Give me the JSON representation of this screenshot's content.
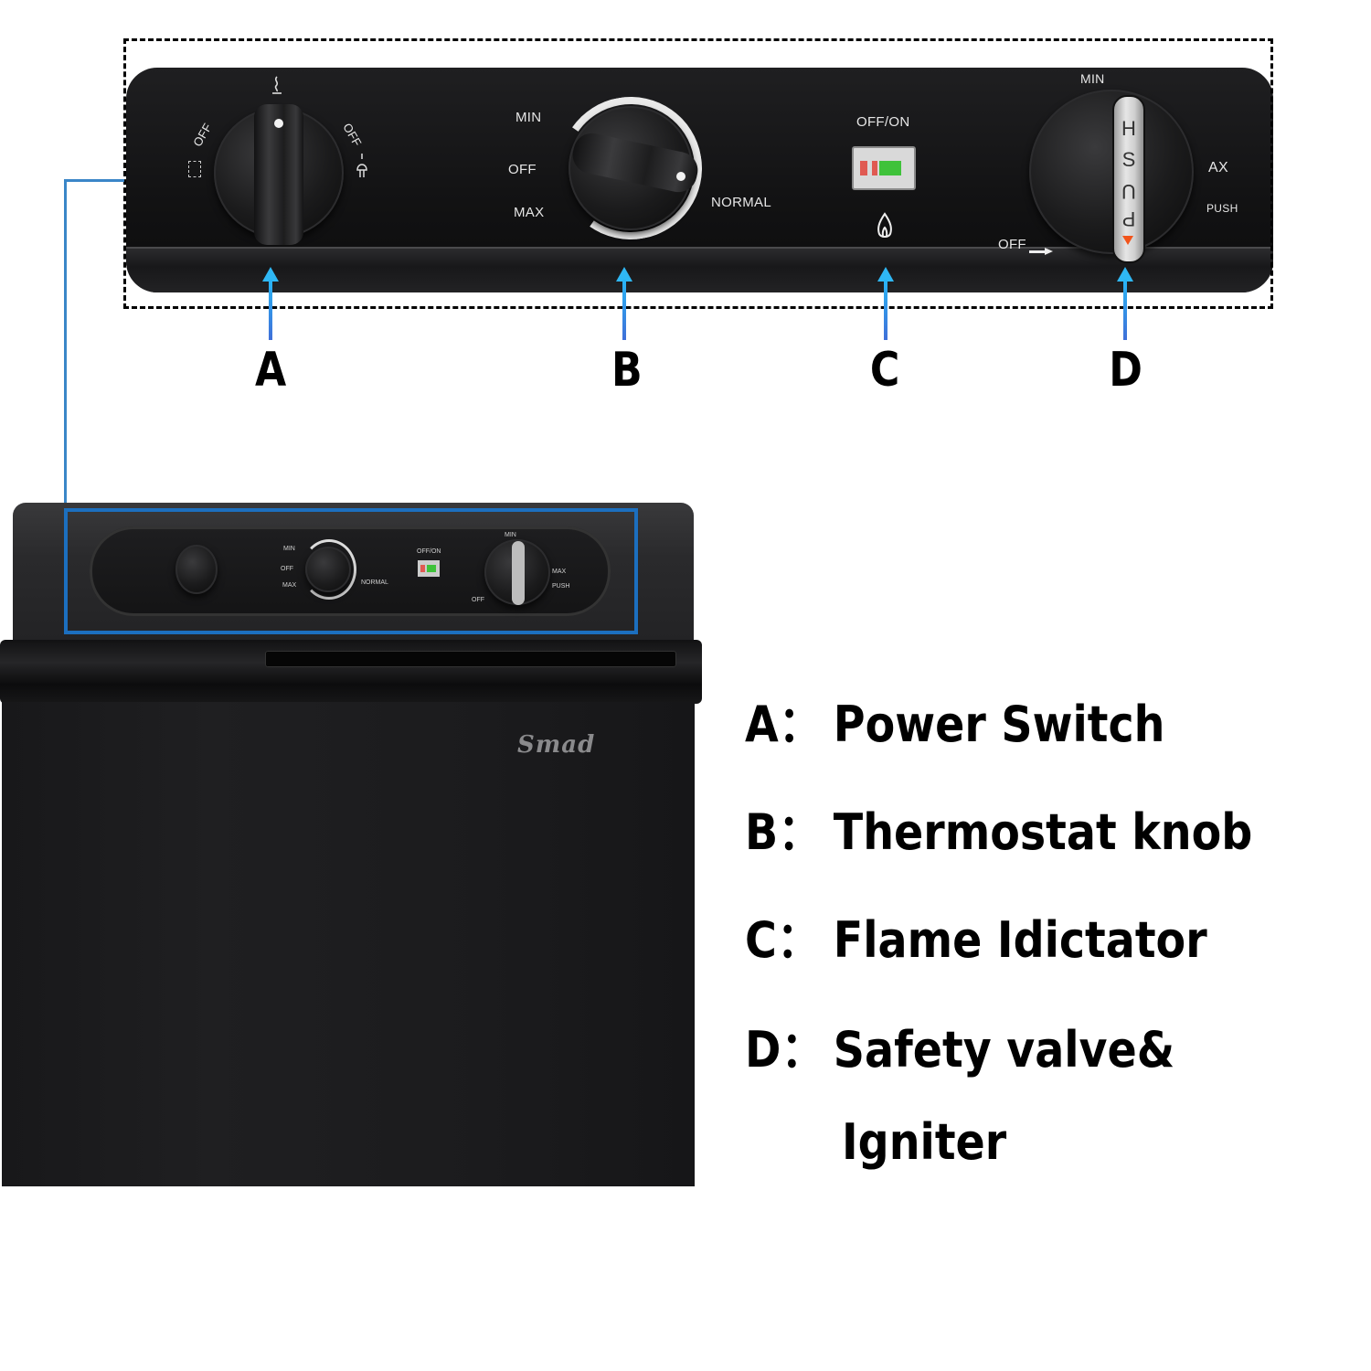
{
  "callout_letters": [
    "A",
    "B",
    "C",
    "D"
  ],
  "panel": {
    "power_switch": {
      "left_label": "OFF",
      "right_label": "OFF",
      "top_icon": "gas-flame-icon",
      "left_icon": "battery-icon",
      "right_icon": "plug-icon"
    },
    "thermostat": {
      "labels": [
        "MIN",
        "OFF",
        "MAX",
        "NORMAL"
      ]
    },
    "indicator": {
      "label": "OFF/ON",
      "icon": "flame-icon",
      "colors": {
        "off": "#e05a52",
        "on": "#3fc23a"
      }
    },
    "safety_valve": {
      "top_label": "MIN",
      "right_label": "AX",
      "push_label": "PUSH",
      "off_label": "OFF",
      "strip_letters": [
        "H",
        "S",
        "U",
        "P"
      ],
      "pointer_color": "#f2541b"
    }
  },
  "fridge": {
    "brand": "Smad",
    "mini_panel": {
      "labels_b": [
        "MIN",
        "OFF",
        "MAX",
        "NORMAL"
      ],
      "indicator_label": "OFF/ON",
      "d_labels": [
        "MIN",
        "MAX",
        "PUSH",
        "OFF"
      ]
    }
  },
  "legend": [
    {
      "key": "A",
      "label": "Power Switch"
    },
    {
      "key": "B",
      "label": "Thermostat knob"
    },
    {
      "key": "C",
      "label": "Flame Idictator"
    },
    {
      "key": "D",
      "label": "Safety valve&"
    },
    {
      "key": "",
      "label": "Igniter"
    }
  ],
  "colors": {
    "callout_blue": "#2fb8f5",
    "highlight_blue": "#1c6fbf",
    "connector_blue": "#3a86c8"
  }
}
